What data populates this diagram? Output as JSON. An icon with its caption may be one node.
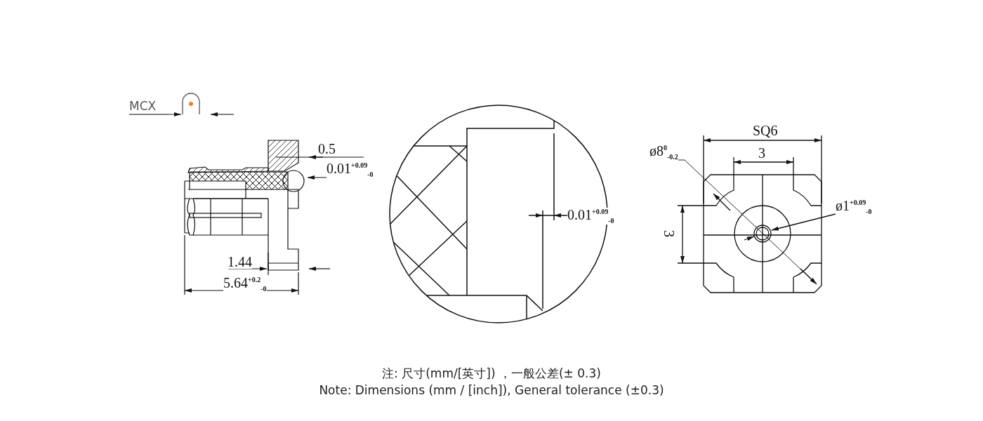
{
  "diagram": {
    "labels": [
      "MCX",
      "0.5",
      "0.01$^{+0.09}$$_{-0}$",
      "1.44",
      "5.64$^{+0.2}$$_{-0}$",
      "0.01$^{+0.09}$$_{-0}$",
      "SQ6",
      "ø8$^{0}$$_{-0.2}$",
      "3",
      "ø1$^{+0.09}$$_{-0}$",
      "3",
      "注: 尺寸(mm/[英寸]) ，一般公差(± 0.3)",
      "Note: Dimensions (mm / [inch]), General tolerance (±0.3)"
    ]
  }
}
